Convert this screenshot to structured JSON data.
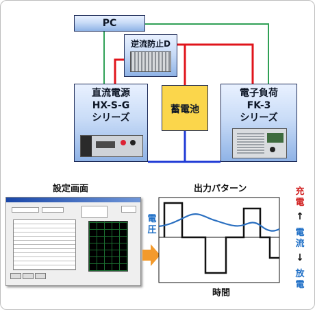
{
  "blocks": {
    "pc": "PC",
    "diode": "逆流防止D",
    "battery": "蓄電池",
    "dc_power": {
      "line1": "直流電源",
      "line2": "HX-S-G",
      "line3": "シリーズ"
    },
    "load": {
      "line1": "電子負荷",
      "line2": "FK-3",
      "line3": "シリーズ"
    }
  },
  "labels": {
    "settings_screen": "設定画面",
    "output_pattern": "出力パターン",
    "time": "時間"
  },
  "pattern": {
    "voltage_label": [
      "電",
      "圧"
    ],
    "charge_label": [
      "充",
      "電"
    ],
    "current_label": [
      "電",
      "流"
    ],
    "discharge_label": [
      "放",
      "電"
    ],
    "arrow_up": "↑",
    "arrow_down": "↓"
  },
  "colors": {
    "positive_line": "#e0141b",
    "negative_line": "#1f3bd6",
    "signal_line": "#2fa055",
    "voltage_curve": "#2a6fc0",
    "current_curve": "#111111",
    "label_red": "#d11f1f",
    "label_blue": "#1f6fc6"
  }
}
